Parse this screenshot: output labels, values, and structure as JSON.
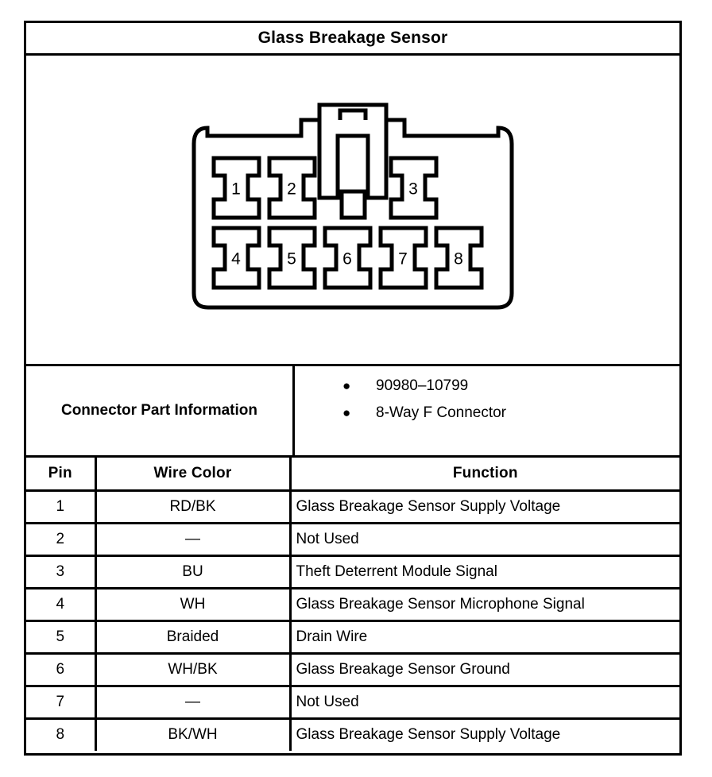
{
  "title": "Glass Breakage Sensor",
  "diagram": {
    "name": "8-way-female-connector-face-view",
    "top_row_pins": [
      "1",
      "2",
      "3"
    ],
    "bottom_row_pins": [
      "4",
      "5",
      "6",
      "7",
      "8"
    ]
  },
  "connector_part_information": {
    "label": "Connector Part Information",
    "bullet": "●",
    "items": [
      "90980–10799",
      "8-Way F Connector"
    ]
  },
  "pin_table": {
    "headers": [
      "Pin",
      "Wire Color",
      "Function"
    ],
    "rows": [
      {
        "pin": "1",
        "color": "RD/BK",
        "function": "Glass Breakage Sensor Supply Voltage"
      },
      {
        "pin": "2",
        "color": "—",
        "function": "Not Used"
      },
      {
        "pin": "3",
        "color": "BU",
        "function": "Theft Deterrent Module Signal"
      },
      {
        "pin": "4",
        "color": "WH",
        "function": "Glass Breakage Sensor Microphone Signal"
      },
      {
        "pin": "5",
        "color": "Braided",
        "function": "Drain Wire"
      },
      {
        "pin": "6",
        "color": "WH/BK",
        "function": "Glass Breakage Sensor Ground"
      },
      {
        "pin": "7",
        "color": "—",
        "function": "Not Used"
      },
      {
        "pin": "8",
        "color": "BK/WH",
        "function": "Glass Breakage Sensor Supply Voltage"
      }
    ]
  },
  "colors": {
    "ink": "#000000",
    "paper": "#ffffff"
  }
}
